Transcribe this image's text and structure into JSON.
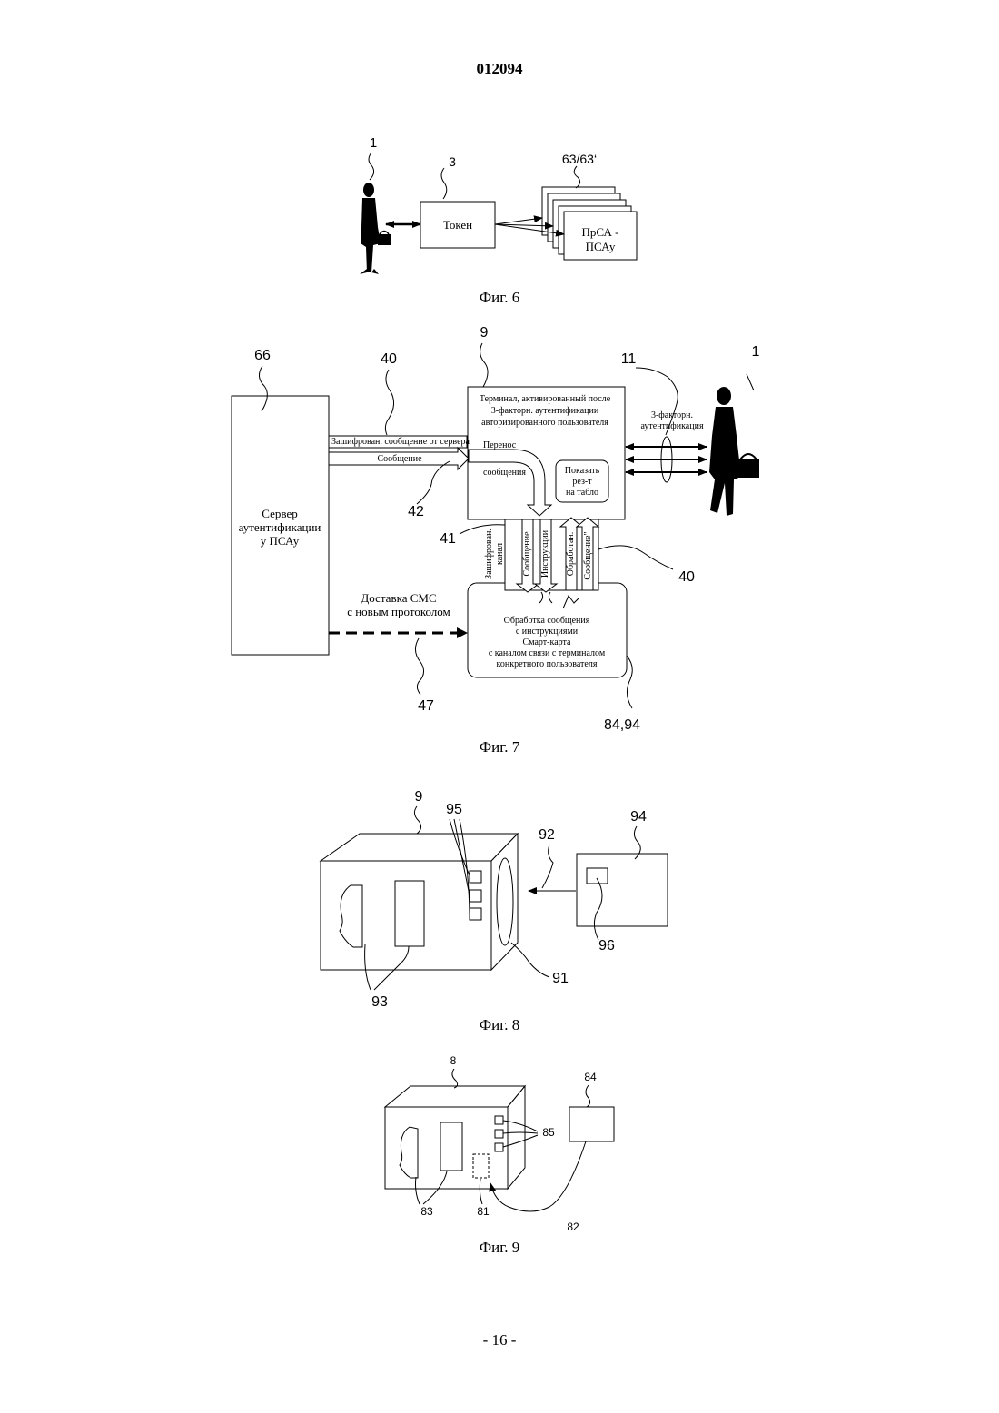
{
  "document_number": "012094",
  "page_number": "- 16 -",
  "fig6": {
    "caption": "Фиг. 6",
    "ref_user": "1",
    "ref_token": "3",
    "ref_certificates": "63/63‘",
    "token_label": "Токен",
    "cert_label_line1": "ПрСА -",
    "cert_label_line2": "ПСАу"
  },
  "fig7": {
    "caption": "Фиг. 7",
    "ref_server": "66",
    "ref_encrypted_msg": "40",
    "ref_terminal": "9",
    "ref_3factor": "11",
    "ref_user": "1",
    "ref_message": "42",
    "ref_channel": "41",
    "ref_msg_out": "40",
    "ref_sms": "47",
    "ref_smartcard": "84,94",
    "server_line1": "Сервер",
    "server_line2": "аутентификации",
    "server_line3": "у ПСАу",
    "encrypted_from_server": "Зашифрован. сообщение от сервера",
    "message_label": "Сообщение",
    "transfer_line1": "Перенос",
    "transfer_line2": "сообщения",
    "terminal_line1": "Терминал, активированный после",
    "terminal_line2": "3-факторн. аутентификации",
    "terminal_line3": "авторизированного пользователя",
    "show_line1": "Показать",
    "show_line2": "рез-т",
    "show_line3": "на табло",
    "three_factor_line1": "3-факторн.",
    "three_factor_line2": "аутентификация",
    "channel_line1": "Зашифрован.",
    "channel_line2": "канал",
    "arrow_message": "Сообщение",
    "arrow_instructions": "Инструкции",
    "arrow_processed": "Обработан.",
    "arrow_message2": "Сообщение\"",
    "sms_line1": "Доставка СМС",
    "sms_line2": "с новым протоколом",
    "proc_line1": "Обработка сообщения",
    "proc_line2": "с инструкциями",
    "proc_line3": "Смарт-карта",
    "proc_line4": "с каналом связи с терминалом",
    "proc_line5": "конкретного пользователя"
  },
  "fig8": {
    "caption": "Фиг. 8",
    "ref_terminal": "9",
    "ref_buttons": "95",
    "ref_link": "92",
    "ref_card": "94",
    "ref_reader": "91",
    "ref_chip": "96",
    "ref_biometric": "93"
  },
  "fig9": {
    "caption": "Фиг. 9",
    "ref_terminal": "8",
    "ref_card": "84",
    "ref_buttons": "85",
    "ref_biometric": "83",
    "ref_slot": "81",
    "ref_link": "82"
  }
}
